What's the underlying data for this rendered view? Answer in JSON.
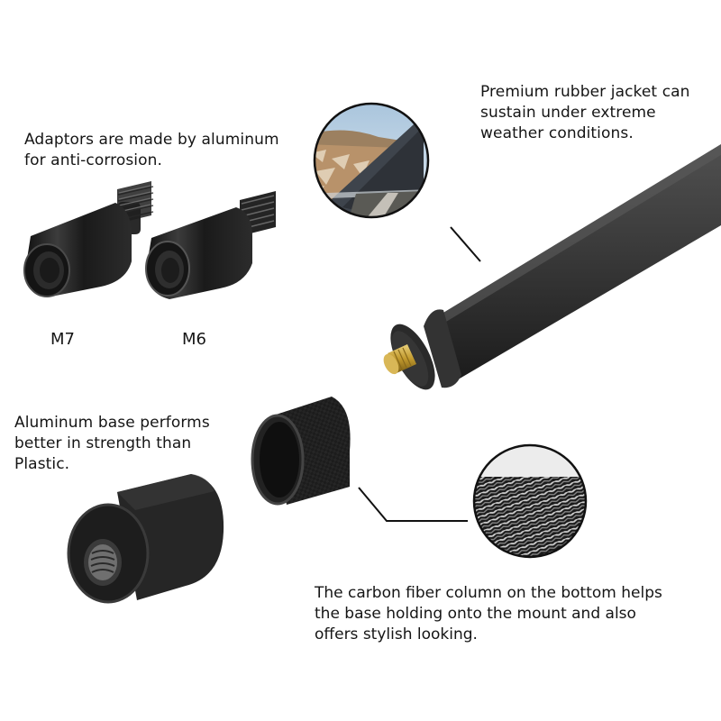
{
  "callouts": {
    "adaptors": {
      "lines": [
        "Adaptors are made by aluminum",
        "for anti-corrosion."
      ]
    },
    "rubber_jacket": {
      "lines": [
        "Premium rubber jacket can",
        "sustain under extreme",
        "weather conditions."
      ]
    },
    "aluminum_base": {
      "lines": [
        "Aluminum base performs",
        "better in strength than",
        "Plastic."
      ]
    },
    "carbon_fiber": {
      "lines": [
        "The carbon fiber column on the bottom helps",
        "the base holding onto the mount and also",
        "offers stylish looking."
      ]
    }
  },
  "adaptor_labels": {
    "m7": "M7",
    "m6": "M6"
  },
  "colors": {
    "background": "#ffffff",
    "text": "#151515",
    "rubber": "#3a3a3a",
    "brass": "#c9a43c",
    "metal_dark": "#1e1e1e"
  }
}
